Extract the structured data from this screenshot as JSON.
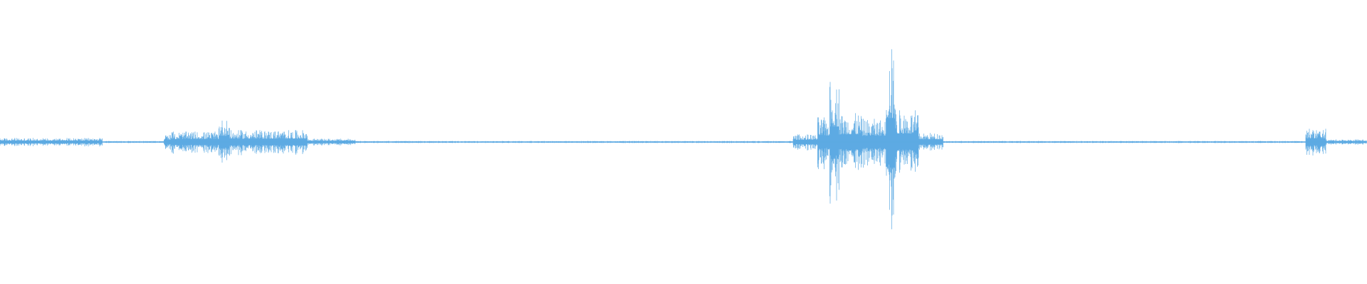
{
  "waveform": {
    "color": "#5daae3",
    "background": "#ffffff",
    "duration_fraction_segments": [
      {
        "start": 0.0,
        "end": 0.075,
        "amplitude": 0.025
      },
      {
        "start": 0.075,
        "end": 0.12,
        "amplitude": 0.004
      },
      {
        "start": 0.12,
        "end": 0.125,
        "amplitude": 0.05
      },
      {
        "start": 0.125,
        "end": 0.16,
        "amplitude": 0.07
      },
      {
        "start": 0.16,
        "end": 0.168,
        "amplitude": 0.16
      },
      {
        "start": 0.168,
        "end": 0.225,
        "amplitude": 0.08
      },
      {
        "start": 0.225,
        "end": 0.26,
        "amplitude": 0.02
      },
      {
        "start": 0.26,
        "end": 0.58,
        "amplitude": 0.004
      },
      {
        "start": 0.58,
        "end": 0.598,
        "amplitude": 0.05
      },
      {
        "start": 0.598,
        "end": 0.607,
        "amplitude": 0.17
      },
      {
        "start": 0.607,
        "end": 0.614,
        "amplitude": 0.42
      },
      {
        "start": 0.614,
        "end": 0.63,
        "amplitude": 0.2
      },
      {
        "start": 0.63,
        "end": 0.648,
        "amplitude": 0.16
      },
      {
        "start": 0.648,
        "end": 0.655,
        "amplitude": 0.65
      },
      {
        "start": 0.655,
        "end": 0.672,
        "amplitude": 0.22
      },
      {
        "start": 0.672,
        "end": 0.69,
        "amplitude": 0.06
      },
      {
        "start": 0.69,
        "end": 0.955,
        "amplitude": 0.004
      },
      {
        "start": 0.955,
        "end": 0.97,
        "amplitude": 0.09
      },
      {
        "start": 0.97,
        "end": 1.0,
        "amplitude": 0.015
      }
    ]
  }
}
